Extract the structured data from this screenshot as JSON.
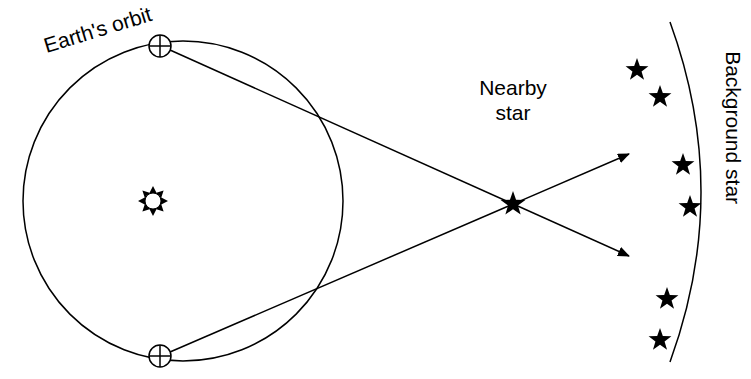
{
  "diagram": {
    "labels": [
      "Earth's orbit",
      "Nearby star",
      "Background star"
    ]
  }
}
